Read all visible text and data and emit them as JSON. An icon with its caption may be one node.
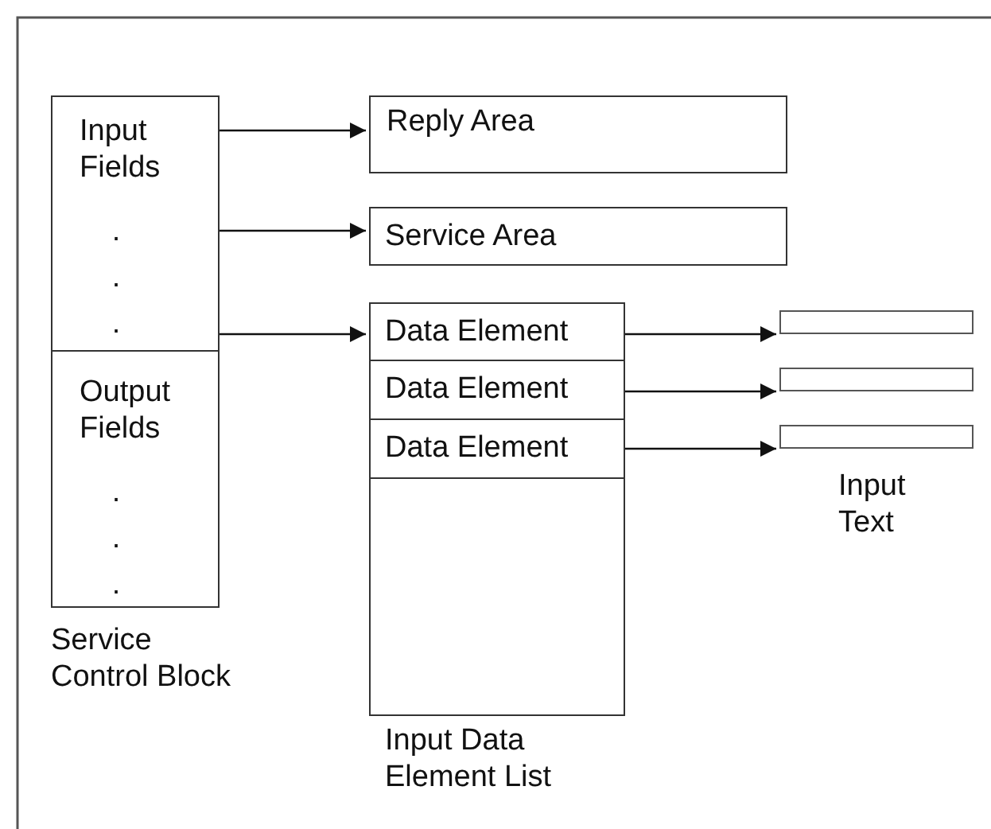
{
  "diagram": {
    "nodes": [
      {
        "text": [
          "Service Control Block"
        ]
      },
      {
        "text": [
          "Input Fields",
          ". . ."
        ],
        "in": 0
      },
      {
        "text": [
          "Output Fields",
          ". . ."
        ],
        "in": 0
      },
      {
        "text": [
          "Reply Area"
        ]
      },
      {
        "text": [
          "Service Area"
        ]
      },
      {
        "text": [
          "Input Data Element List"
        ]
      },
      {
        "text": [
          "Data Element"
        ],
        "in": 5
      },
      {
        "text": [
          "Data Element"
        ],
        "in": 5
      },
      {
        "text": [
          "Data Element"
        ],
        "in": 5
      },
      {
        "text": [],
        "shape": "box"
      },
      {
        "text": [],
        "shape": "box"
      },
      {
        "text": [],
        "shape": "box"
      }
    ],
    "edges": [
      {
        "from": 1,
        "to": 3,
        "arrow": "to"
      },
      {
        "from": 1,
        "to": 4,
        "arrow": "to"
      },
      {
        "from": 1,
        "to": 6,
        "arrow": "to"
      },
      {
        "from": 6,
        "to": 9,
        "arrow": "to"
      },
      {
        "from": 7,
        "to": 10,
        "arrow": "to"
      },
      {
        "from": 8,
        "to": 11,
        "arrow": "to"
      }
    ],
    "labels": [
      "Input Text"
    ]
  }
}
